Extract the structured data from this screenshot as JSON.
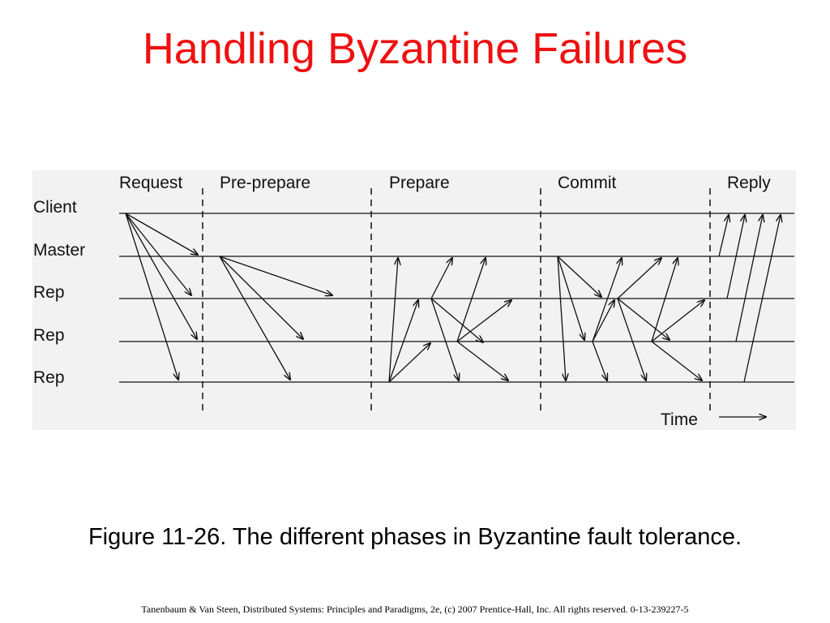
{
  "title": "Handling Byzantine Failures",
  "colors": {
    "title": "#ee1111",
    "line": "#111111",
    "panel": "#f2f2f2"
  },
  "diagram": {
    "rows": [
      "Client",
      "Master",
      "Rep",
      "Rep",
      "Rep"
    ],
    "phases": [
      "Request",
      "Pre-prepare",
      "Prepare",
      "Commit",
      "Reply"
    ],
    "time_label": "Time",
    "messages": [
      {
        "phase": "Request",
        "from": "Client",
        "to": [
          "Master",
          "Rep",
          "Rep",
          "Rep"
        ]
      },
      {
        "phase": "Pre-prepare",
        "from": "Master",
        "to": [
          "Rep",
          "Rep",
          "Rep"
        ]
      },
      {
        "phase": "Prepare",
        "note": "replicas exchange prepare messages"
      },
      {
        "phase": "Commit",
        "note": "all servers exchange commit messages"
      },
      {
        "phase": "Reply",
        "from": [
          "Master",
          "Rep",
          "Rep",
          "Rep"
        ],
        "to": "Client"
      }
    ]
  },
  "caption": "Figure 11-26. The different phases in Byzantine fault tolerance.",
  "footer": "Tanenbaum & Van Steen, Distributed Systems: Principles and Paradigms, 2e, (c) 2007 Prentice-Hall, Inc. All rights reserved. 0-13-239227-5"
}
